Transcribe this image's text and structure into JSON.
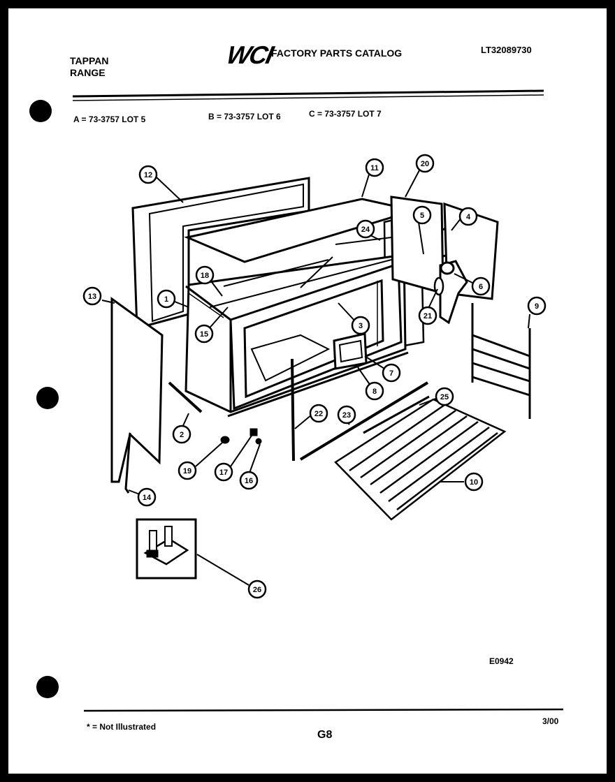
{
  "header": {
    "brand_line1": "TAPPAN",
    "brand_line2": "RANGE",
    "logo_text": "WCI",
    "catalog_title": "FACTORY PARTS CATALOG",
    "catalog_number": "LT32089730"
  },
  "models": {
    "a": "A = 73-3757 LOT 5",
    "b": "B = 73-3757 LOT 6",
    "c": "C = 73-3757 LOT 7"
  },
  "callouts": [
    "1",
    "2",
    "3",
    "4",
    "5",
    "6",
    "7",
    "8",
    "9",
    "10",
    "11",
    "12",
    "13",
    "14",
    "15",
    "16",
    "17",
    "18",
    "19",
    "20",
    "21",
    "22",
    "23",
    "24",
    "25",
    "26"
  ],
  "footer": {
    "drawing_code": "E0942",
    "legend": "* = Not Illustrated",
    "page": "G8",
    "date": "3/00"
  }
}
